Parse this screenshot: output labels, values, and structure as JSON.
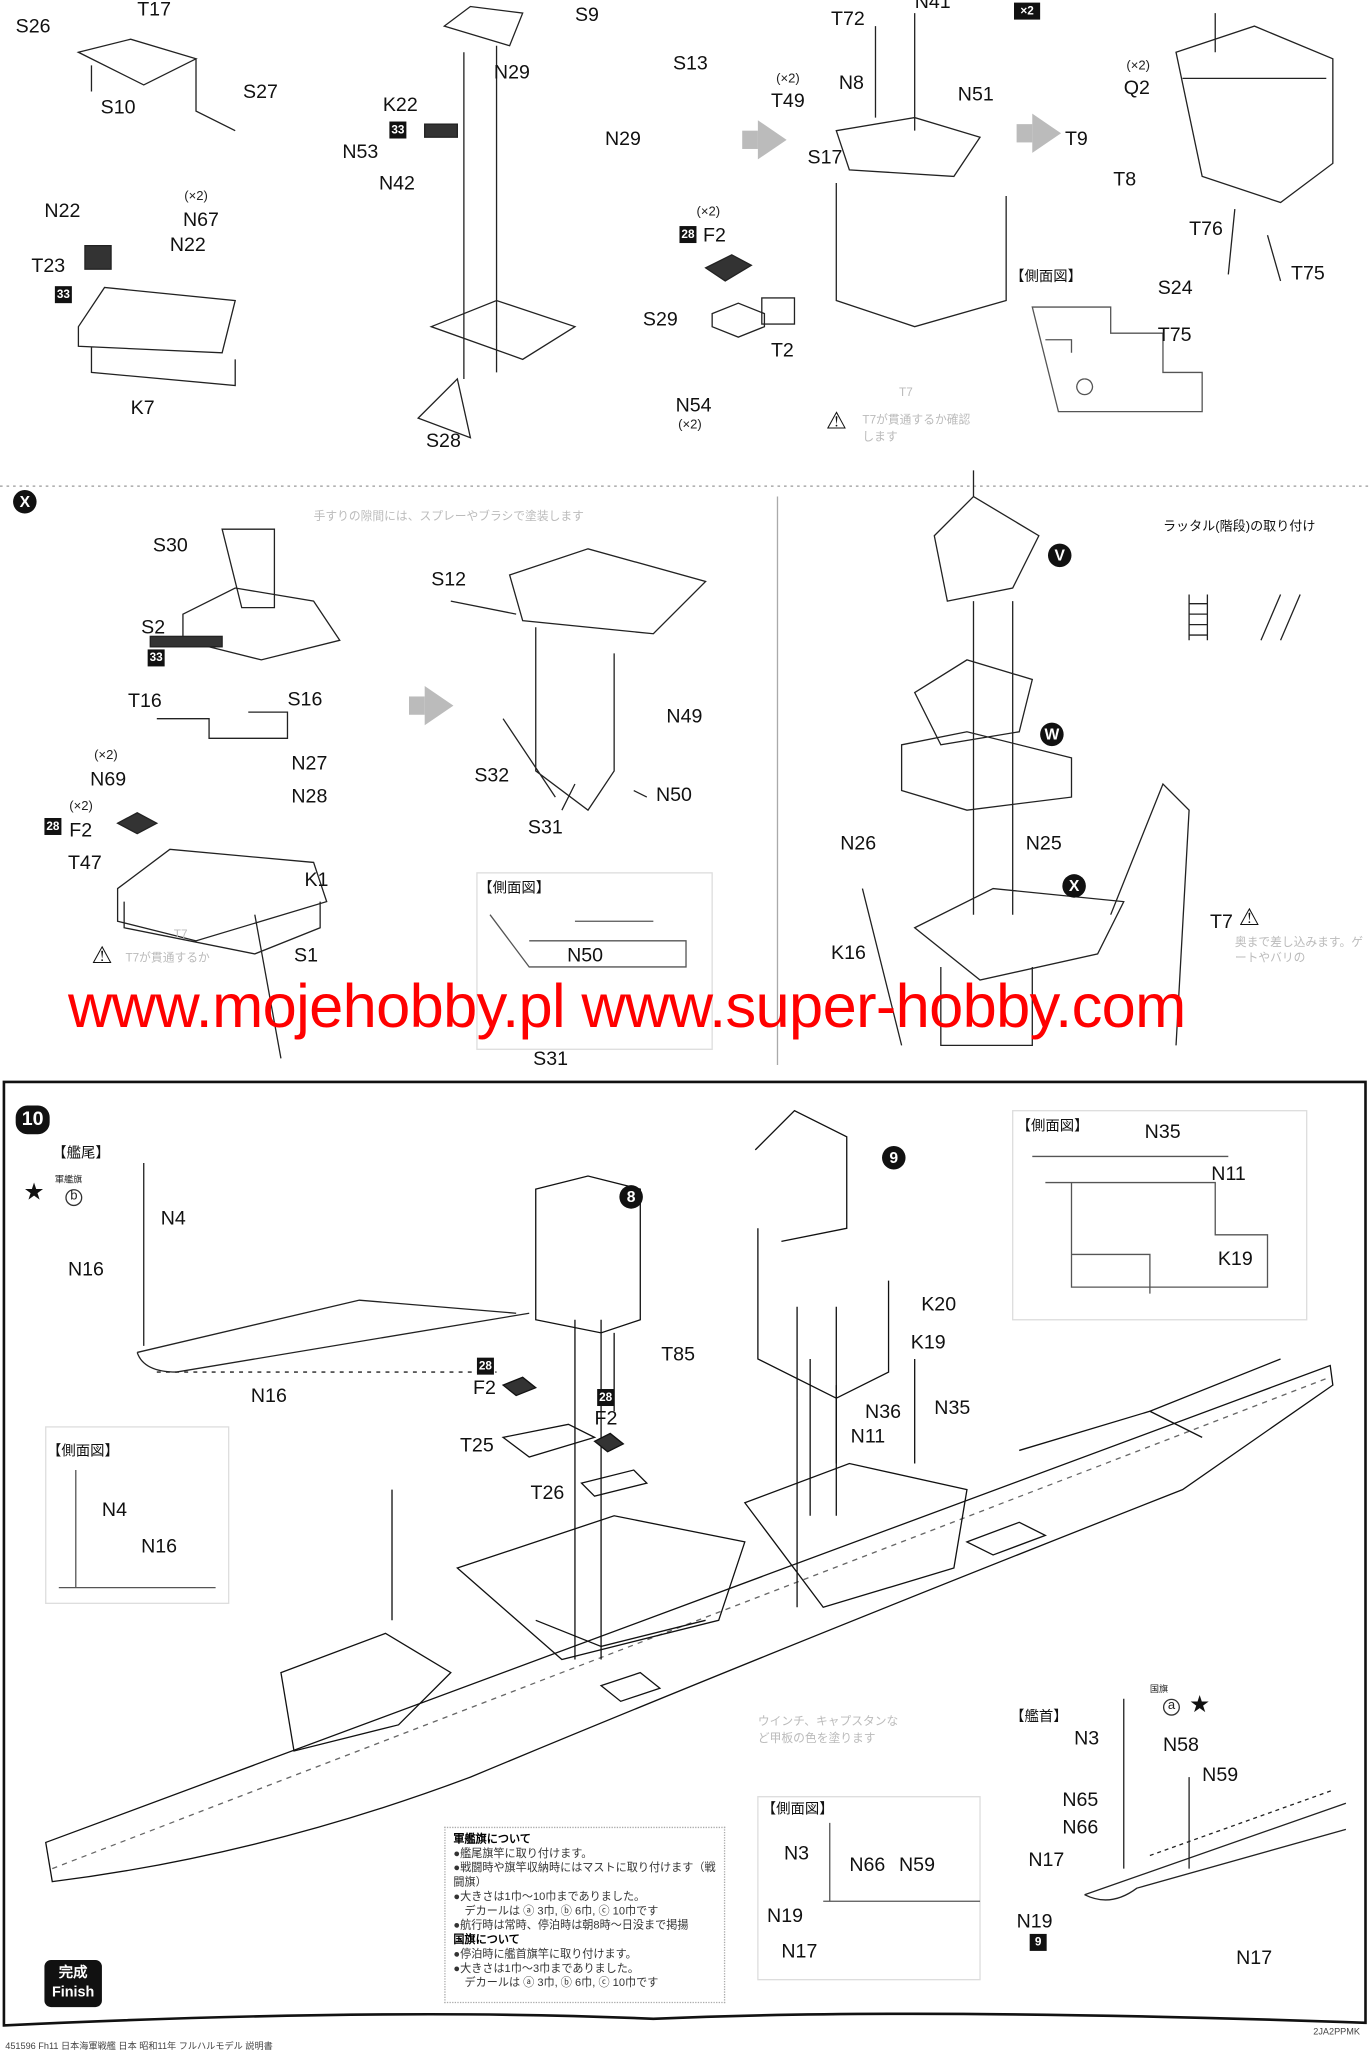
{
  "parts": {
    "top": [
      "S26",
      "T17",
      "S10",
      "S27",
      "N22",
      "N67",
      "T23",
      "N22",
      "K7",
      "N29",
      "K22",
      "N53",
      "N42",
      "S28",
      "S9",
      "S13",
      "N29",
      "T72",
      "N41",
      "T49",
      "N8",
      "N51",
      "S17",
      "F2",
      "S29",
      "T2",
      "N54",
      "Q2",
      "T9",
      "T8",
      "T76",
      "T75",
      "S24",
      "T75"
    ],
    "mid": [
      "S30",
      "S2",
      "T16",
      "S16",
      "N69",
      "N27",
      "N28",
      "F2",
      "T47",
      "K1",
      "S1",
      "S12",
      "N49",
      "S32",
      "N50",
      "S31",
      "N50",
      "S31",
      "N26",
      "N25",
      "K16",
      "T7"
    ],
    "bottom": [
      "N4",
      "N16",
      "N16",
      "N4",
      "N16",
      "N35",
      "N11",
      "K19",
      "K20",
      "K19",
      "T85",
      "F2",
      "F2",
      "T25",
      "T26",
      "N36",
      "N35",
      "N11",
      "N3",
      "N58",
      "N59",
      "N65",
      "N66",
      "N17",
      "N19",
      "N17",
      "N3",
      "N66",
      "N59",
      "N19",
      "N17"
    ]
  },
  "qty_marks": [
    "(×2)",
    "(×2)",
    "(×2)",
    "(×2)",
    "(×2)",
    "(×2)",
    "(×2)"
  ],
  "badges": {
    "decal_33": "33",
    "sheet_28": "28",
    "step_9": "9",
    "times2": "×2"
  },
  "step_markers": {
    "x": "X",
    "v": "V",
    "w": "W",
    "eight": "8",
    "nine": "9",
    "ten": "10"
  },
  "headers": {
    "side_view": "【側面図】",
    "stern": "【艦尾】",
    "bow": "【艦首】",
    "ladder_title": "ラッタル(階段)の取り付け",
    "flag_b": "b",
    "flag_a": "a",
    "flag_b_label": "軍艦旗",
    "flag_a_label": "国旗"
  },
  "warnings": {
    "t7_top_part": "T7",
    "t7_top_text": "T7が貫通するか確認します",
    "t7_mid_part": "T7",
    "t7_mid_text": "T7が貫通するか",
    "t7_right_text": "奥まで差し込みます。ゲートやバリの"
  },
  "faint_notes": {
    "mid_top": "手すりの隙間には、スプレーやブラシで塗装します",
    "hull_note": "ウインチ、キャプスタンなど甲板の色を塗ります"
  },
  "notes": {
    "ensign_title": "軍艦旗について",
    "ensign_lines": [
      "●艦尾旗竿に取り付けます。",
      "●戦闘時や旗竿収納時にはマストに取り付けます（戦闘旗）",
      "●大きさは1巾〜10巾までありました。",
      "　デカールは ⓐ 3巾, ⓑ 6巾, ⓒ 10巾です",
      "●航行時は常時、停泊時は朝8時〜日没まで掲揚"
    ],
    "jack_title": "国旗について",
    "jack_lines": [
      "●停泊時に艦首旗竿に取り付けます。",
      "●大きさは1巾〜3巾までありました。",
      "　デカールは ⓐ 3巾, ⓑ 6巾, ⓒ 10巾です"
    ]
  },
  "finish": {
    "jp": "完成",
    "en": "Finish"
  },
  "watermark": "www.mojehobby.pl www.super-hobby.com",
  "footer": {
    "left": "451596 Fh11 日本海軍戦艦 日本 昭和11年 フルハルモデル 説明書",
    "right": "2JA2PPMK"
  }
}
